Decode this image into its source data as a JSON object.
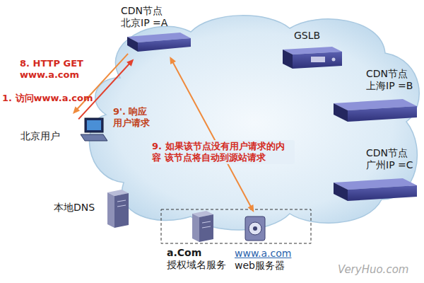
{
  "diagram": {
    "nodes": [
      {
        "text": [
          "CDN节点",
          "北京IP =A"
        ]
      },
      {
        "text": [
          "GSLB"
        ]
      },
      {
        "text": [
          "CDN节点",
          "上海IP =B"
        ]
      },
      {
        "text": [
          "CDN节点",
          "广州IP =C"
        ]
      },
      {
        "text": [
          "北京用户"
        ]
      },
      {
        "text": [
          "本地DNS"
        ]
      },
      {
        "text": [
          "a.Com",
          "授权域名服务"
        ]
      },
      {
        "text": [
          "www.a.com",
          "web服务器"
        ]
      }
    ],
    "edges": [
      {
        "from": 4,
        "to": 0,
        "arrow": "to",
        "label": "8. HTTP GET www.a.com"
      },
      {
        "from": 0,
        "to": 4,
        "arrow": "to",
        "label": "9'. 响应 用户请求"
      },
      {
        "from": 0,
        "to": 7,
        "arrow": "both",
        "label": "9. 如果该节点没有用户请求的内容 该节点将自动到源站请求"
      }
    ],
    "labels": [
      "1. 访问www.a.com",
      "VeryHuo.com"
    ]
  }
}
